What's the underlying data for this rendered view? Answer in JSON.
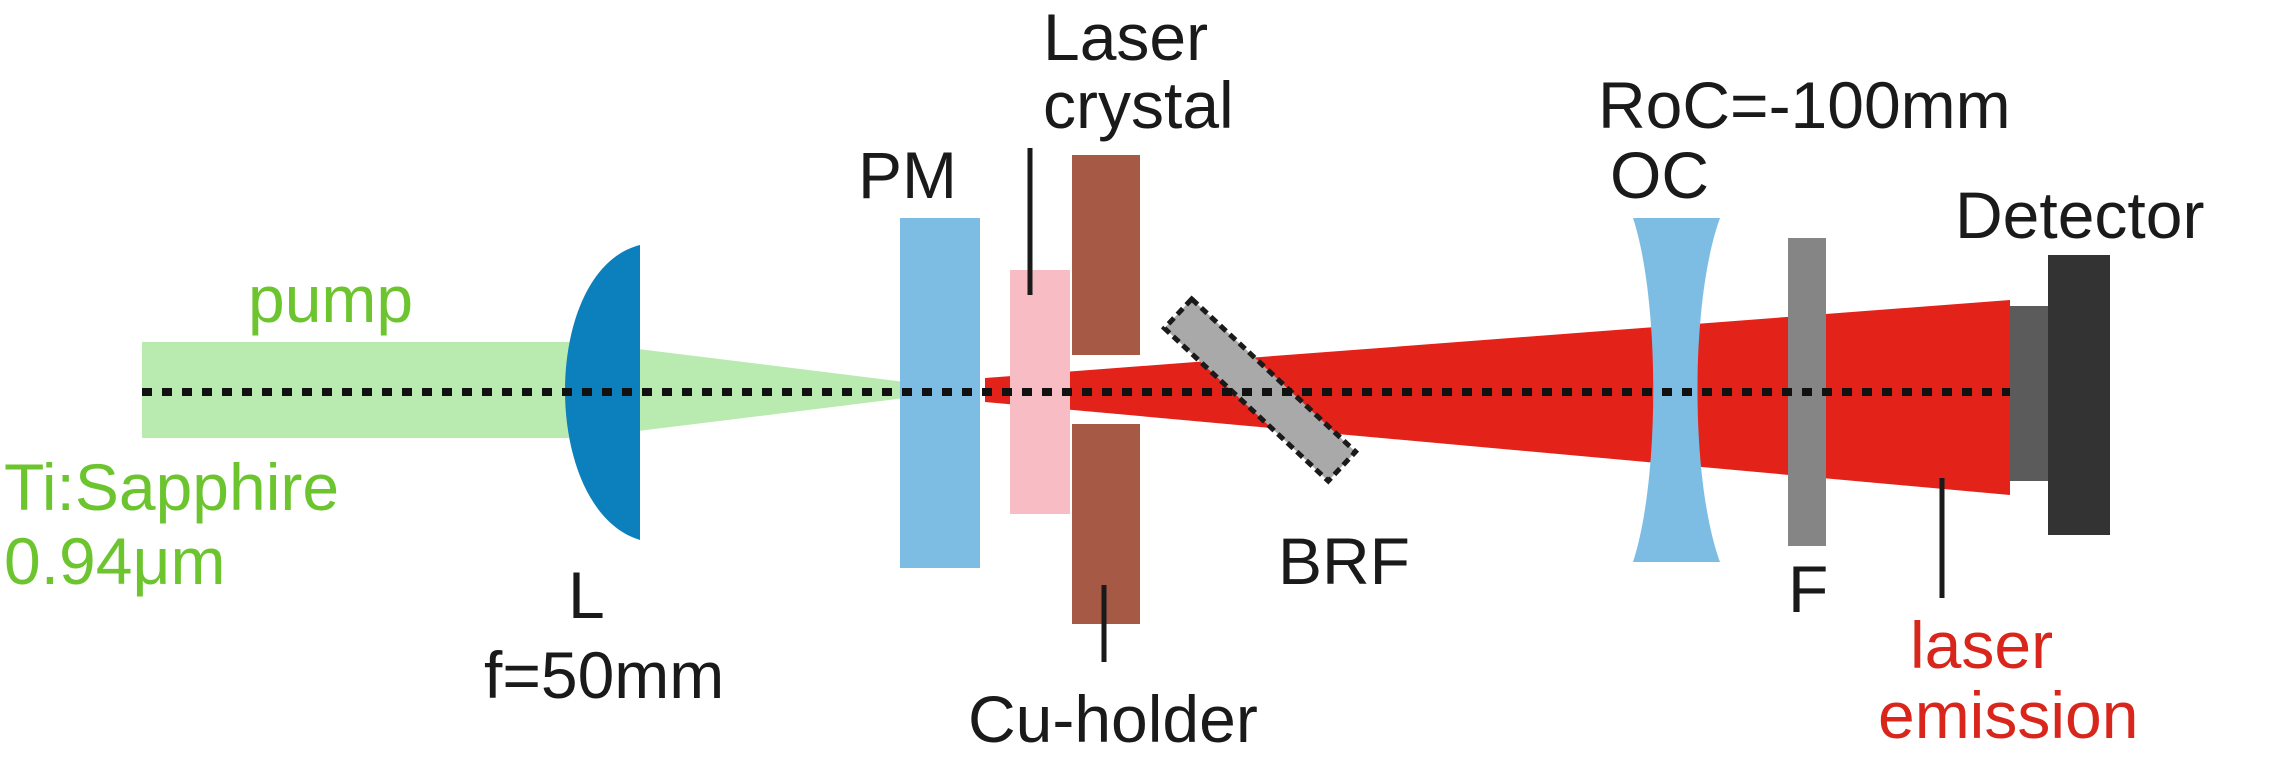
{
  "labels": {
    "pump": "pump",
    "source_line1": "Ti:Sapphire",
    "source_line2": "0.94μm",
    "lens": "L",
    "lens_focal": "f=50mm",
    "pump_mirror": "PM",
    "crystal_line1": "Laser",
    "crystal_line2": "crystal",
    "holder": "Cu-holder",
    "brf": "BRF",
    "oc_roc": "RoC=-100mm",
    "oc": "OC",
    "filter": "F",
    "detector": "Detector",
    "emission_line1": "laser",
    "emission_line2": "emission"
  },
  "colors": {
    "pump_green": "#b9ebb0",
    "pump_text": "#6cc52e",
    "lens_blue": "#0b80bd",
    "mirror_blue": "#7dbde3",
    "crystal_pink": "#f7bcc4",
    "holder_brown": "#a65a46",
    "laser_red": "#e32219",
    "brf_gray": "#a9a9a9",
    "filter_gray": "#858585",
    "detector_dark": "#333333",
    "detector_window": "#5b5b5b",
    "text_black": "#1a1a1a",
    "emission_text": "#d9261c"
  }
}
